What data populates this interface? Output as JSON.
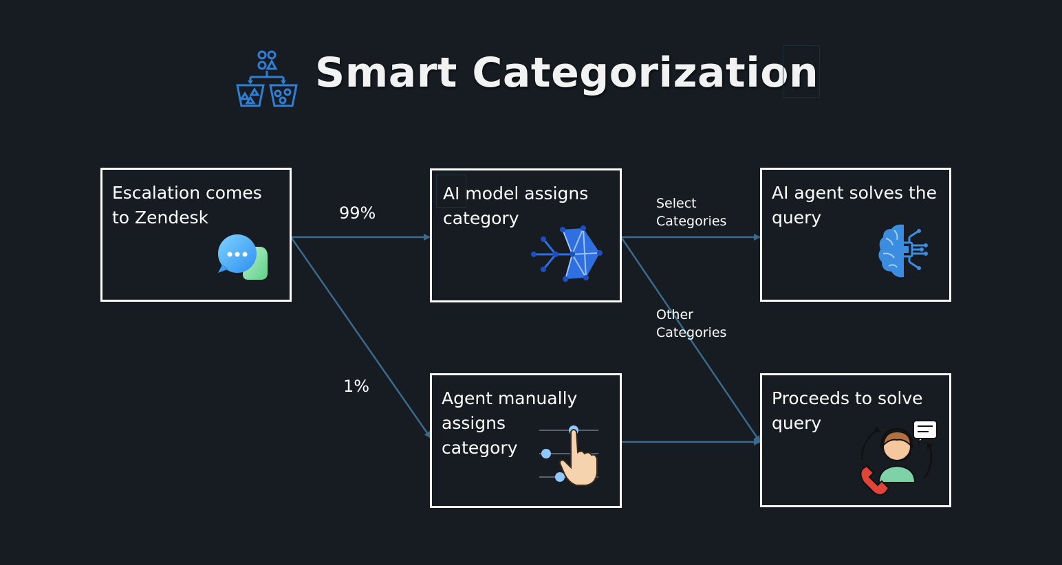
{
  "title": "Smart Categorization",
  "title_icon": "sorting-buckets-icon",
  "colors": {
    "background": "#161c22",
    "box_border": "#ffffff",
    "arrow": "#3b6a8c",
    "text": "#ffffff",
    "icon_blue": "#2f7fd6"
  },
  "nodes": {
    "escalation": {
      "label": "Escalation comes\nto Zendesk",
      "icon": "chat-bubbles-icon"
    },
    "ai_model": {
      "label": "AI model assigns\ncategory",
      "icon": "neural-network-icon"
    },
    "ai_agent": {
      "label": "AI agent solves the\nquery",
      "icon": "ai-brain-chip-icon"
    },
    "agent_manual": {
      "label": "Agent manually\nassigns\ncategory",
      "icon": "hand-slider-icon"
    },
    "proceeds": {
      "label": "Proceeds to solve\nquery",
      "icon": "support-agent-icon"
    }
  },
  "edges": {
    "to_ai_model": "99%",
    "to_manual": "1%",
    "select_categories": "Select\nCategories",
    "other_categories": "Other\nCategories"
  }
}
